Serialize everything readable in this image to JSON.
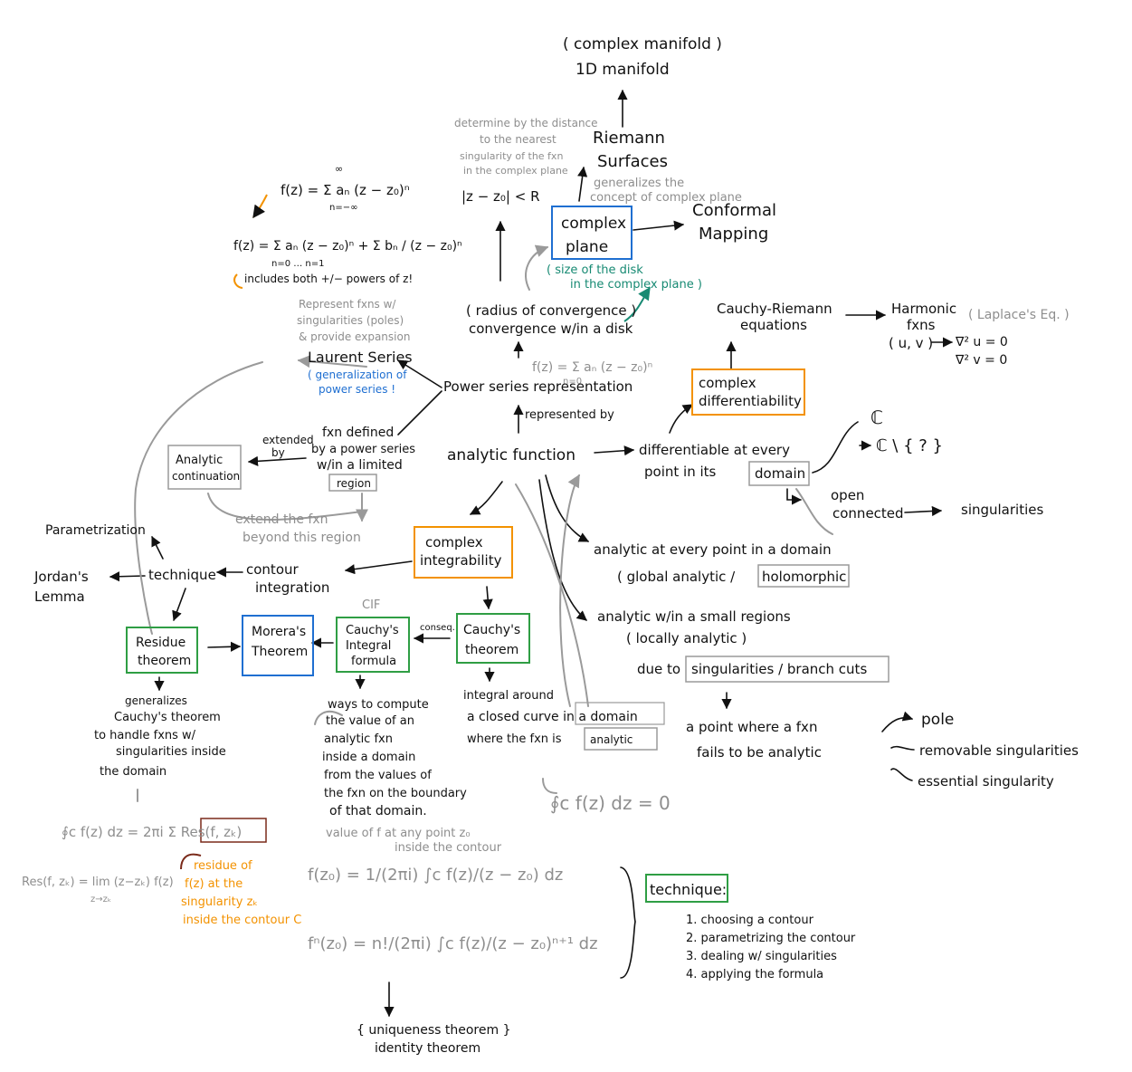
{
  "nodes": {
    "complex_manifold_1": "( complex manifold )",
    "complex_manifold_2": "1D manifold",
    "riemann_1": "Riemann",
    "riemann_2": "Surfaces",
    "riemann_note_1": "generalizes the",
    "riemann_note_2": "concept of complex plane",
    "complex_plane_1": "complex",
    "complex_plane_2": "plane",
    "conformal_1": "Conformal",
    "conformal_2": "Mapping",
    "disk_note_1": "( size of the disk",
    "disk_note_2": "in the complex plane )",
    "det_note_1": "determine by the distance",
    "det_note_2": "to the nearest",
    "det_note_3": "singularity of the fxn",
    "det_note_4": "in the complex plane",
    "radius_ineq": "|z − z₀| < R",
    "radius_1": "( radius of convergence )",
    "radius_2": "convergence w/in a disk",
    "series_1": "f(z) = Σ aₙ (z − z₀)ⁿ",
    "series_1_sub": "n=−∞",
    "series_1_sup": "∞",
    "series_2": "f(z) = Σ aₙ (z − z₀)ⁿ + Σ bₙ / (z − z₀)ⁿ",
    "series_2_sub": "n=0 … n=1",
    "series_note": "includes both +/− powers of z!",
    "laurent_note_1": "Represent fxns w/",
    "laurent_note_2": "singularities (poles)",
    "laurent_note_3": "& provide expansion",
    "laurent": "Laurent Series",
    "laurent_gen_1": "( generalization of",
    "laurent_gen_2": "power series !",
    "power_formula": "f(z) = Σ aₙ (z − z₀)ⁿ",
    "power_formula_sub": "n=0",
    "power_series": "Power series representation",
    "represented_by": "represented by",
    "cauchy_riemann_1": "Cauchy-Riemann",
    "cauchy_riemann_2": "equations",
    "harmonic_1": "Harmonic",
    "harmonic_2": "fxns",
    "harmonic_3": "( u, v )",
    "laplace": "( Laplace's Eq. )",
    "laplace_u": "∇² u = 0",
    "laplace_v": "∇² v = 0",
    "complex_diff_1": "complex",
    "complex_diff_2": "differentiability",
    "set_c": "ℂ",
    "set_c_minus": "ℂ \\ { ? }",
    "fxn_defined_1": "fxn defined",
    "fxn_defined_2": "by a power series",
    "fxn_defined_3": "w/in a limited",
    "fxn_defined_4": "region",
    "extended_by_1": "extended",
    "extended_by_2": "by",
    "analytic_cont_1": "Analytic",
    "analytic_cont_2": "continuation",
    "extend_note_1": "extend the fxn",
    "extend_note_2": "beyond this region",
    "analytic_fn": "analytic function",
    "diff_every_1": "differentiable at every",
    "diff_every_2": "point in its",
    "domain": "domain",
    "open_connected_1": "open",
    "open_connected_2": "connected",
    "singularities_top": "singularities",
    "parametrization": "Parametrization",
    "jordan_1": "Jordan's",
    "jordan_2": "Lemma",
    "technique": "technique",
    "contour_1": "contour",
    "contour_2": "integration",
    "complex_int_1": "complex",
    "complex_int_2": "integrability",
    "analytic_every": "analytic at every point in a domain",
    "global_analytic": "( global analytic /",
    "holomorphic": "holomorphic",
    "analytic_small": "analytic   w/in a small regions",
    "locally": "( locally analytic )",
    "due_to": "due to",
    "sing_branch": "singularities / branch cuts",
    "point_fail_1": "a point where a fxn",
    "point_fail_2": "fails to be analytic",
    "pole": "pole",
    "removable": "removable singularities",
    "essential": "essential singularity",
    "cif": "CIF",
    "residue_1": "Residue",
    "residue_2": "theorem",
    "morera_1": "Morera's",
    "morera_2": "Theorem",
    "cauchy_int_1": "Cauchy's",
    "cauchy_int_2": "Integral",
    "cauchy_int_3": "formula",
    "conseq": "conseq.",
    "cauchy_thm_1": "Cauchy's",
    "cauchy_thm_2": "theorem",
    "residue_note_1": "generalizes",
    "residue_note_2": "Cauchy's theorem",
    "residue_note_3": "to handle fxns w/",
    "residue_note_4": "singularities inside",
    "residue_note_5": "the domain",
    "ways_1": "ways to compute",
    "ways_2": "the value of an",
    "ways_3": "analytic fxn",
    "ways_4": "inside a domain",
    "ways_5": "from the values of",
    "ways_6": "the fxn on the boundary",
    "ways_7": "of that domain.",
    "integral_1": "integral around",
    "integral_2": "a closed curve in a domain",
    "integral_3": "where the fxn is",
    "analytic_box": "analytic",
    "cauchy_eq": "∮c f(z) dz = 0",
    "residue_formula": "∮c f(z) dz = 2πi Σ Res(f, zₖ)",
    "res_def": "Res(f, zₖ) = lim (z−zₖ) f(z)",
    "res_def_sub": "z→zₖ",
    "residue_of_1": "residue of",
    "residue_of_2": "f(z) at the",
    "residue_of_3": "singularity zₖ",
    "residue_of_4": "inside the contour C",
    "value_note_1": "value of f at any point z₀",
    "value_note_2": "inside the contour",
    "cif_formula": "f(z₀) = 1/(2πi) ∫c f(z)/(z − z₀) dz",
    "cif_n_formula": "fⁿ(z₀) = n!/(2πi) ∫c f(z)/(z − z₀)ⁿ⁺¹ dz",
    "technique_box": "technique:",
    "tech_1": "1.  choosing a contour",
    "tech_2": "2.  parametrizing the contour",
    "tech_3": "3.  dealing w/ singularities",
    "tech_4": "4.  applying the formula",
    "uniqueness_1": "{ uniqueness theorem }",
    "uniqueness_2": "identity theorem"
  },
  "colors": {
    "ink": "#111111",
    "grey": "#8e8e8e",
    "blue": "#1f6fd1",
    "orange": "#f39200",
    "green": "#2f9e44",
    "teal": "#178a73",
    "maroon": "#7a2a1a"
  }
}
